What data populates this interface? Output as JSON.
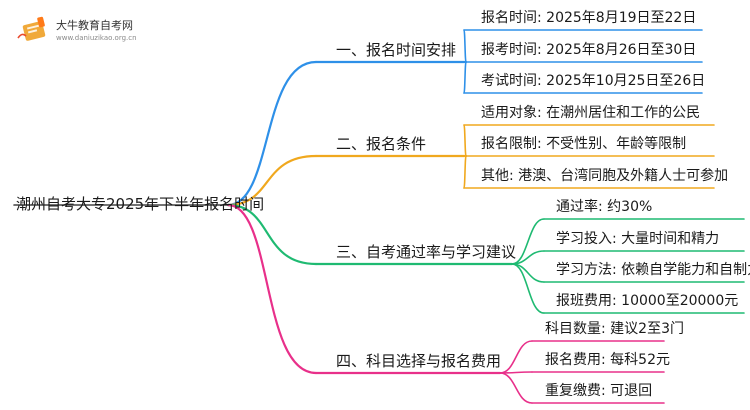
{
  "logo": {
    "name": "大牛教育自考网",
    "url": "www.daniuzikao.org.cn",
    "colors": {
      "book": "#f0a93a",
      "tab": "#ff7a18",
      "accent": "#e94b2f"
    }
  },
  "root": {
    "label": "潮州自考大专2025年下半年报名时间"
  },
  "branches": [
    {
      "label": "一、报名时间安排",
      "color": "#2e90e8",
      "leaves": [
        "报名时间: 2025年8月19日至22日",
        "报考时间: 2025年8月26日至30日",
        "考试时间: 2025年10月25日至26日"
      ]
    },
    {
      "label": "二、报名条件",
      "color": "#f0a81e",
      "leaves": [
        "适用对象: 在潮州居住和工作的公民",
        "报名限制: 不受性别、年龄等限制",
        "其他: 港澳、台湾同胞及外籍人士可参加"
      ]
    },
    {
      "label": "三、自考通过率与学习建议",
      "color": "#1fba72",
      "leaves": [
        "通过率: 约30%",
        "学习投入: 大量时间和精力",
        "学习方法: 依赖自学能力和自制力",
        "报班费用: 10000至20000元"
      ]
    },
    {
      "label": "四、科目选择与报名费用",
      "color": "#e8308a",
      "leaves": [
        "科目数量: 建议2至3门",
        "报名费用: 每科52元",
        "重复缴费: 可退回"
      ]
    }
  ]
}
